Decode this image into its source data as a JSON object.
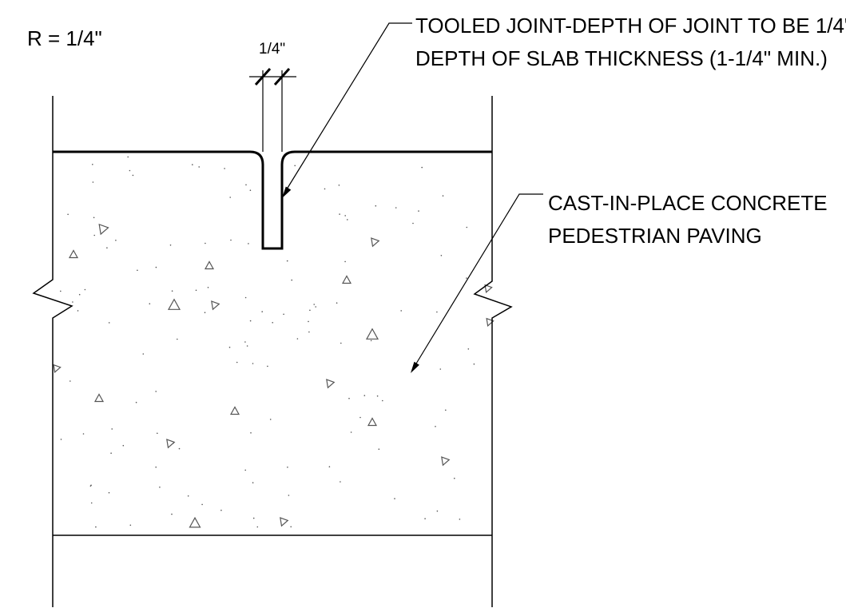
{
  "radius_note": "R = 1/4\"",
  "dimension_label": "1/4\"",
  "callouts": {
    "joint": {
      "line1": "TOOLED JOINT-DEPTH OF JOINT TO BE 1/4\"",
      "line2": "DEPTH OF SLAB THICKNESS (1-1/4\" MIN.)"
    },
    "paving": {
      "line1": "CAST-IN-PLACE CONCRETE",
      "line2": "PEDESTRIAN PAVING"
    }
  },
  "colors": {
    "line": "#000000",
    "hatch": "#555555",
    "background": "#ffffff"
  }
}
